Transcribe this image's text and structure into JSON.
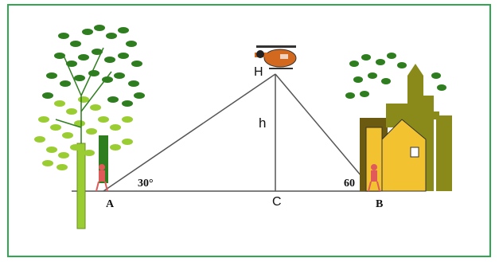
{
  "diagram": {
    "labels": {
      "A": "A",
      "B": "B",
      "C": "C",
      "H": "H",
      "h": "h",
      "angle_A": "30°",
      "angle_B": "60"
    },
    "colors": {
      "frame": "#2fa84f",
      "line": "#555555",
      "leaf_dark": "#2e7d1e",
      "leaf_light": "#9acd32",
      "trunk": "#9acd32",
      "building_olive": "#8a8a1a",
      "building_yellow": "#f2c230",
      "building_brown": "#6b5a10",
      "helicopter": "#d2691e",
      "person": "#e05a5a"
    },
    "icons": [
      "tree-icon",
      "helicopter-icon",
      "building-icon",
      "person-icon"
    ]
  }
}
